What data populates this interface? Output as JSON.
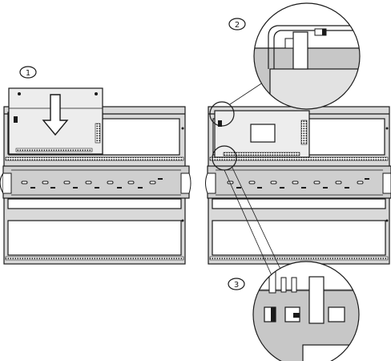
{
  "steps": [
    {
      "number": "1"
    },
    {
      "number": "2"
    },
    {
      "number": "3"
    }
  ],
  "icons": [
    "down-arrow-icon",
    "magnifier-callout"
  ],
  "colors": {
    "line": "#1a1a1a",
    "panel_fill": "#d9d9d9",
    "detail_fill": "#bdbdbd"
  }
}
